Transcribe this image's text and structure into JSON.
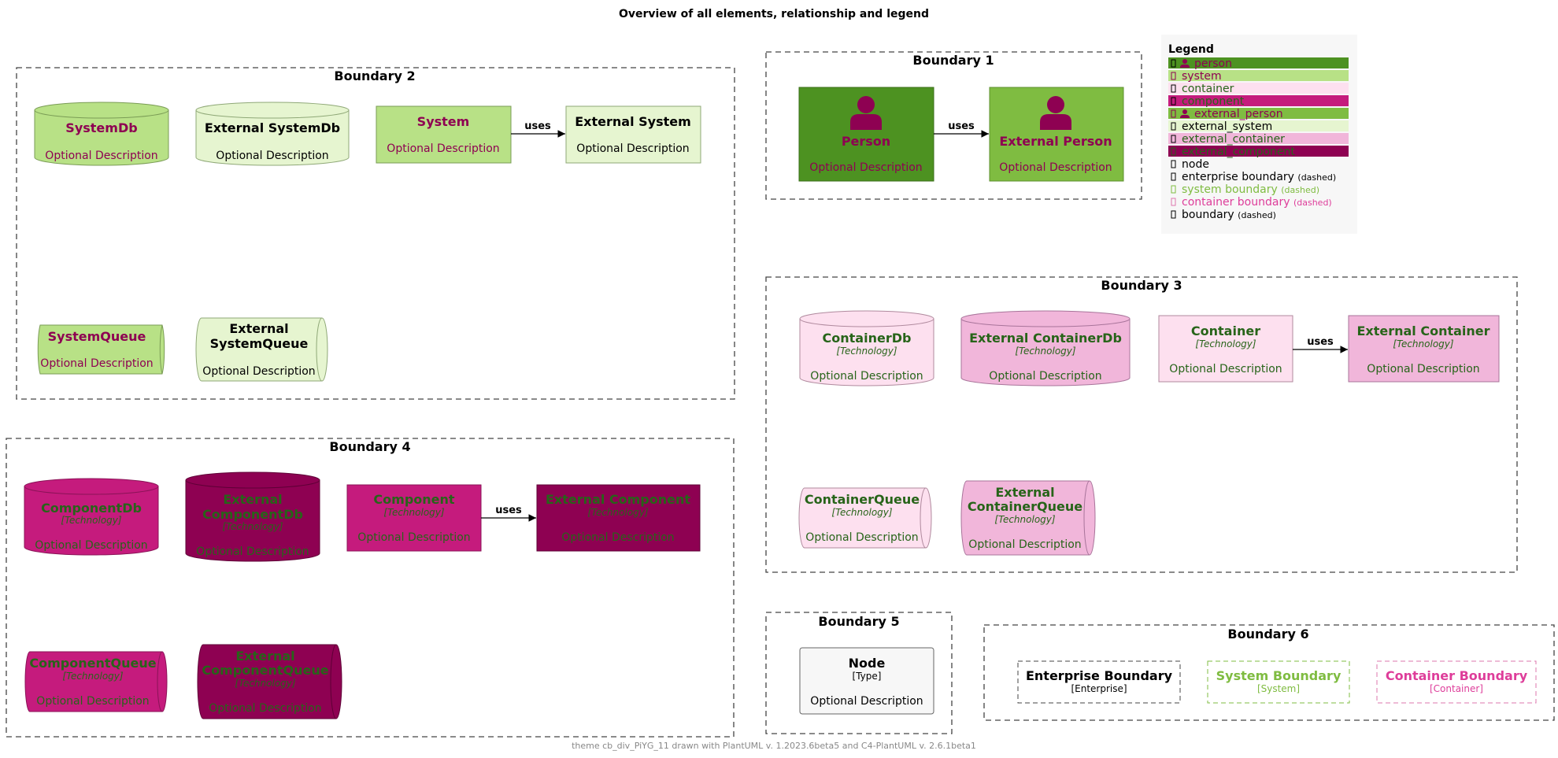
{
  "title": "Overview of all elements, relationship and legend",
  "footer": "theme cb_div_PiYG_11 drawn with PlantUML v. 1.2023.6beta5 and C4-PlantUML v. 2.6.1beta1",
  "colors": {
    "person": "#4D9221",
    "external_person": "#7FBC41",
    "system": "#B8E186",
    "external_system": "#E6F5D0",
    "container": "#FDE0EF",
    "external_container": "#F1B6DA",
    "component": "#C51B7D",
    "external_component": "#8E0152",
    "magenta_text": "#8E0152",
    "green_text": "#276419",
    "node_fill": "#F7F7F7",
    "legend_bg": "#F7F7F7",
    "system_boundary": "#7FBC41",
    "container_boundary": "#DE77AE"
  },
  "relation_label": "uses",
  "optional_description": "Optional Description",
  "technology": "[Technology]",
  "boundaries": {
    "b1": "Boundary 1",
    "b2": "Boundary 2",
    "b3": "Boundary 3",
    "b4": "Boundary 4",
    "b5": "Boundary 5",
    "b6": "Boundary 6"
  },
  "elements": {
    "system_db": "SystemDb",
    "external_system_db": "External SystemDb",
    "system": "System",
    "external_system": "External System",
    "system_queue": "SystemQueue",
    "external_system_queue_l1": "External",
    "external_system_queue_l2": "SystemQueue",
    "person": "Person",
    "external_person": "External Person",
    "container_db": "ContainerDb",
    "external_container_db": "External ContainerDb",
    "container": "Container",
    "external_container": "External Container",
    "container_queue": "ContainerQueue",
    "external_container_queue_l1": "External",
    "external_container_queue_l2": "ContainerQueue",
    "component_db": "ComponentDb",
    "external_component_db_l1": "External",
    "external_component_db_l2": "ComponentDb",
    "component": "Component",
    "external_component": "External Component",
    "component_queue": "ComponentQueue",
    "external_component_queue_l1": "External",
    "external_component_queue_l2": "ComponentQueue",
    "node": "Node",
    "node_type": "[Type]",
    "enterprise_boundary": "Enterprise Boundary",
    "enterprise_tag": "[Enterprise]",
    "system_boundary": "System Boundary",
    "system_tag": "[System]",
    "container_boundary": "Container Boundary",
    "container_tag": "[Container]"
  },
  "legend": {
    "title": "Legend",
    "dashed": "(dashed)",
    "items": [
      {
        "label": "person",
        "icon": "person-icon"
      },
      {
        "label": "system"
      },
      {
        "label": "container"
      },
      {
        "label": "component"
      },
      {
        "label": "external_person",
        "icon": "person-icon"
      },
      {
        "label": "external_system"
      },
      {
        "label": "external_container"
      },
      {
        "label": "external_component"
      },
      {
        "label": "node"
      },
      {
        "label": "enterprise boundary"
      },
      {
        "label": "system boundary"
      },
      {
        "label": "container boundary"
      },
      {
        "label": "boundary"
      }
    ]
  }
}
